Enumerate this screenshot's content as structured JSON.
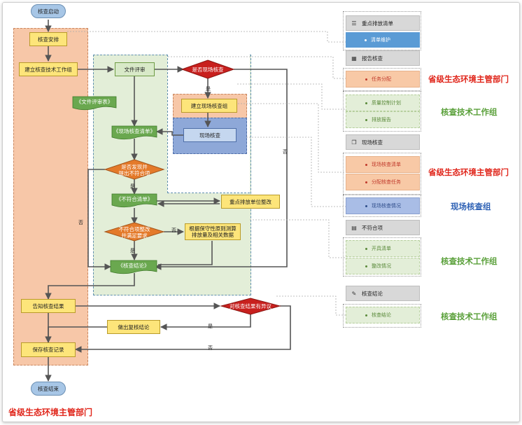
{
  "flow": {
    "start": "核查启动",
    "end": "核查结束",
    "arrange": "核查安排",
    "build_team": "建立核查技术工作组",
    "doc_review": "文件评审",
    "doc_review_table": "《文件评审表》",
    "onsite_decision": "是否现场核查",
    "build_onsite_team": "建立现场核查组",
    "onsite_check": "现场核查",
    "onsite_list": "《现场核查清单》",
    "nonconform_decision": "是否发现并\n提出不符合项",
    "nonconform_list": "《不符合清单》",
    "rectify": "重点排放单位整改",
    "rectify_decision": "不符合项整改\n并满足要求",
    "conservative_calc": "根据保守性原则测算\n排放量及相关数据",
    "conclusion": "《核查结论》",
    "notify": "告知核查结果",
    "objection_decision": "对核查结果有异议",
    "review_conclusion": "做出复核结论",
    "save_record": "保存核查记录",
    "yes": "是",
    "no": "否",
    "bottom_label": "省级生态环境主管部门"
  },
  "panels": [
    {
      "head": "重点排放清单",
      "icon": "list-icon",
      "items": [
        {
          "label": "清单维护",
          "style": "blue"
        }
      ]
    },
    {
      "head": "报告核查",
      "icon": "calendar-icon",
      "items": [
        {
          "label": "任务分配",
          "style": "peach"
        },
        {
          "label": "质量控制计划",
          "style": "green"
        },
        {
          "label": "排放报告",
          "style": "green"
        }
      ]
    },
    {
      "head": "现场核查",
      "icon": "documents-icon",
      "items": [
        {
          "label": "现场核查清单",
          "style": "peach"
        },
        {
          "label": "分配核查任务",
          "style": "peach"
        },
        {
          "label": "现场核查情况",
          "style": "bluegray"
        }
      ]
    },
    {
      "head": "不符合项",
      "icon": "document-icon",
      "items": [
        {
          "label": "开具清单",
          "style": "green"
        },
        {
          "label": "整改情况",
          "style": "green"
        }
      ]
    },
    {
      "head": "核查结论",
      "icon": "edit-icon",
      "items": [
        {
          "label": "核查结论",
          "style": "green"
        }
      ]
    }
  ],
  "side_labels": {
    "dept1": "省级生态环境主管部门",
    "team1": "核查技术工作组",
    "dept2": "省级生态环境主管部门",
    "onsite_team": "现场核查组",
    "team2": "核查技术工作组",
    "team3": "核查技术工作组"
  },
  "colors": {
    "red": "#e0261b",
    "green": "#5aa03a",
    "blue": "#2f62b5",
    "decision_red": "#c8201e",
    "decision_orange": "#e47a2a",
    "doc_green": "#6aa84f"
  }
}
